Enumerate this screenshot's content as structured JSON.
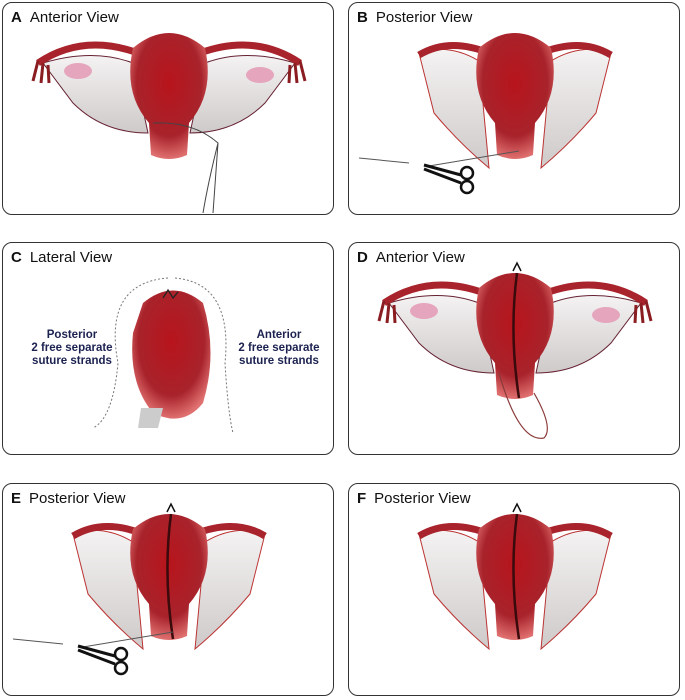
{
  "panels": [
    {
      "letter": "A",
      "title": "Anterior View",
      "view": "anterior",
      "needle": "thread"
    },
    {
      "letter": "B",
      "title": "Posterior View",
      "view": "posterior",
      "needle": "scissors"
    },
    {
      "letter": "C",
      "title": "Lateral View",
      "view": "lateral",
      "needle": "none"
    },
    {
      "letter": "D",
      "title": "Anterior View",
      "view": "anterior-sutured",
      "needle": "loop"
    },
    {
      "letter": "E",
      "title": "Posterior View",
      "view": "posterior-sutured",
      "needle": "scissors"
    },
    {
      "letter": "F",
      "title": "Posterior View",
      "view": "posterior-sutured",
      "needle": "none"
    }
  ],
  "lateral_notes": {
    "posterior": [
      "Posterior",
      "2 free separate",
      "suture strands"
    ],
    "anterior": [
      "Anterior",
      "2 free separate",
      "suture strands"
    ]
  },
  "colors": {
    "uterus": "#a8232b",
    "uterus_light": "#e07070",
    "ligament": "#e4e0e0",
    "border": "#333333",
    "label": "#1c2250"
  }
}
